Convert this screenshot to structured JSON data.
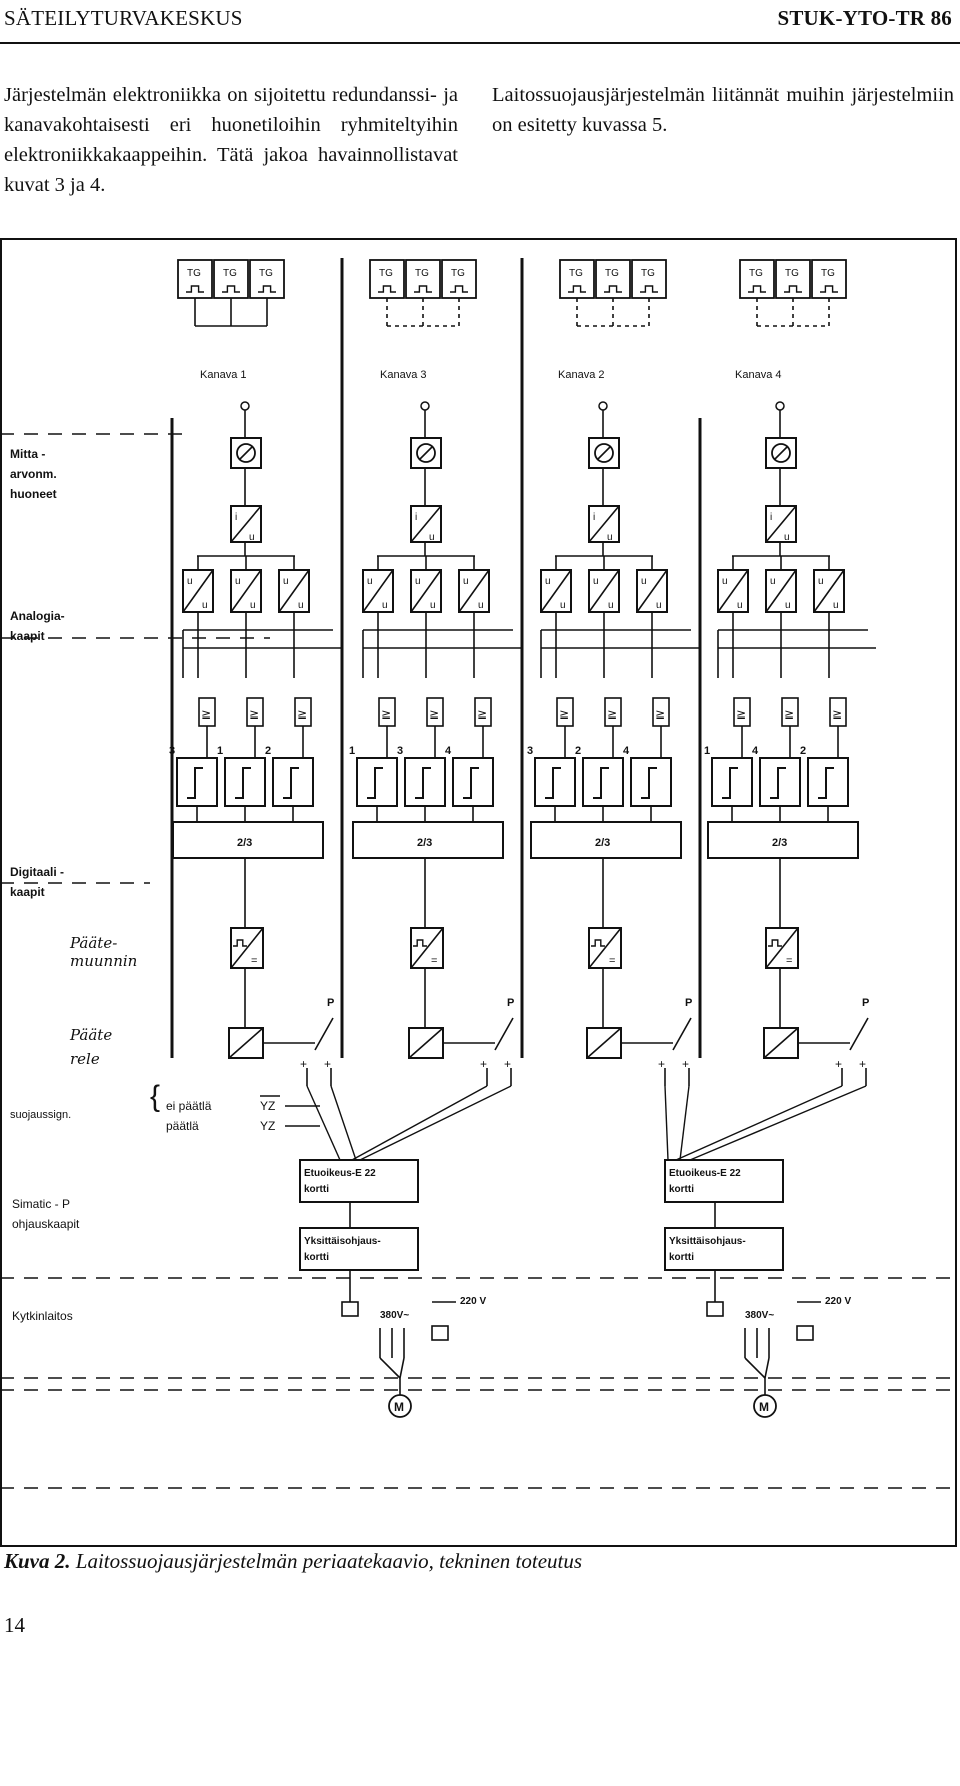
{
  "header": {
    "organization": "SÄTEILYTURVAKESKUS",
    "report_id": "STUK-YTO-TR 86"
  },
  "body": {
    "left_paragraph": "Järjestelmän elektroniikka on sijoitettu redundanssi- ja kanavakohtaisesti eri huonetiloihin ryhmiteltyihin elektroniikkakaappeihin. Tätä jakoa havainnollistavat kuvat 3 ja 4.",
    "right_paragraph": "Laitossuojausjärjestelmän liitännät muihin järjestelmiin on esitetty kuvassa 5."
  },
  "figure": {
    "tg_label": "TG",
    "channels": [
      {
        "label": "Kanava 1",
        "comparator_numbers": [
          "3",
          "1",
          "2"
        ]
      },
      {
        "label": "Kanava 3",
        "comparator_numbers": [
          "1",
          "3",
          "4"
        ]
      },
      {
        "label": "Kanava 2",
        "comparator_numbers": [
          "3",
          "2",
          "4"
        ]
      },
      {
        "label": "Kanava 4",
        "comparator_numbers": [
          "1",
          "4",
          "2"
        ]
      }
    ],
    "voter_label": "2/3",
    "relay_contact_label": "P",
    "side_labels": {
      "mittaus": [
        "Mitta -",
        "arvonm.",
        "huoneet"
      ],
      "analogia": [
        "Analogia-",
        "kaapit"
      ],
      "digitaali": [
        "Digitaali -",
        "kaapit"
      ],
      "paatemuunnin": [
        "Pääte-",
        "muunnin"
      ],
      "paaterele": [
        "Pääte",
        "rele"
      ],
      "suojaussign": "suojaussign.",
      "ei_paatla": "ei päätlä",
      "paatla": "päätlä",
      "yz_bar": "YZ",
      "yz": "YZ",
      "simatic": [
        "Simatic - P",
        "ohjauskaapit"
      ],
      "kytkinlaitos": "Kytkinlaitos"
    },
    "etuoikeus_card": [
      "Etuoikeus-E 22",
      "kortti"
    ],
    "yksittais_card": [
      "Yksittäisohjaus-",
      "kortti"
    ],
    "voltage_380": "380V~",
    "voltage_220": "220 V",
    "motor_label": "M"
  },
  "caption": {
    "number": "Kuva 2.",
    "text": "Laitossuojausjärjestelmän periaatekaavio, tekninen toteutus"
  },
  "page_number": "14"
}
